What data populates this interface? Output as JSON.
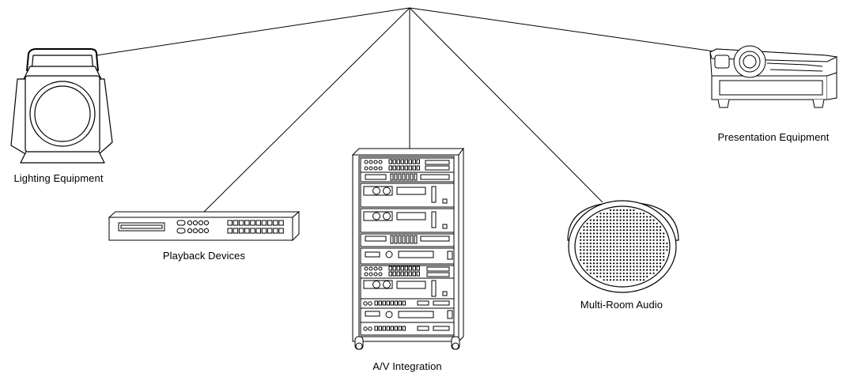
{
  "diagram": {
    "labels": {
      "lighting": "Lighting Equipment",
      "playback": "Playback Devices",
      "av": "A/V Integration",
      "audio": "Multi-Room Audio",
      "presentation": "Presentation Equipment"
    }
  }
}
